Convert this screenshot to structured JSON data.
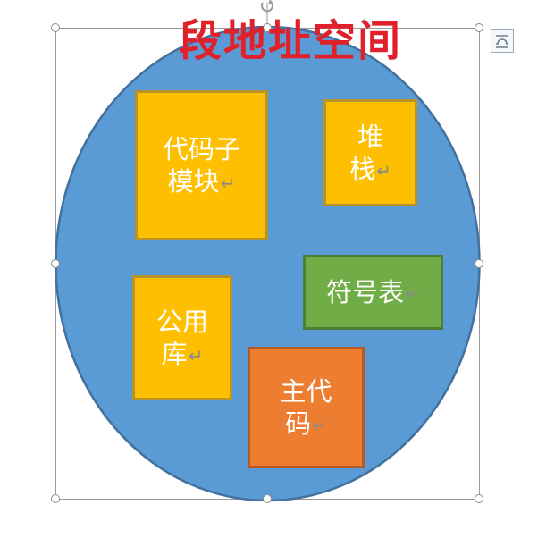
{
  "diagram": {
    "title": "段地址空间",
    "boxes": {
      "code_module": {
        "lines": [
          "代码子",
          "模块"
        ],
        "para_mark": "↵"
      },
      "stack": {
        "lines": [
          "堆",
          "栈"
        ],
        "para_mark": "↵"
      },
      "symbol_table": {
        "lines": [
          "符号表"
        ],
        "para_mark": "↵"
      },
      "public_library": {
        "lines": [
          "公用",
          "库"
        ],
        "para_mark": "↵"
      },
      "main_code": {
        "lines": [
          "主代",
          "码"
        ],
        "para_mark": "↵"
      }
    }
  },
  "colors": {
    "ellipse_fill": "#5b9bd5",
    "ellipse_border": "#41719c",
    "title": "#e0202a",
    "box_yellow": "#fdbf00",
    "box_green": "#70ad47",
    "box_orange": "#ed7d31"
  },
  "icons": {
    "layout_options": "layout-options-icon",
    "rotate_handle": "rotate-handle-icon"
  }
}
